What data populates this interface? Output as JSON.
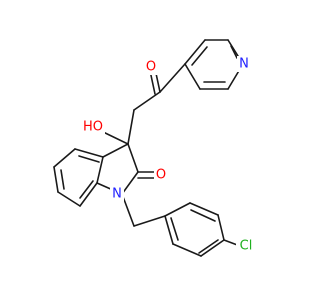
{
  "molecule": {
    "atom_labels": {
      "pyridine_n": "N",
      "ketone_o": "O",
      "hydroxyl": "HO",
      "lactam_o": "O",
      "indole_n": "N",
      "chlorine": "Cl"
    },
    "colors": {
      "bond": "#1a1a1a",
      "nitrogen": "#2020ff",
      "oxygen": "#ff0000",
      "chlorine": "#1fb01f"
    }
  }
}
